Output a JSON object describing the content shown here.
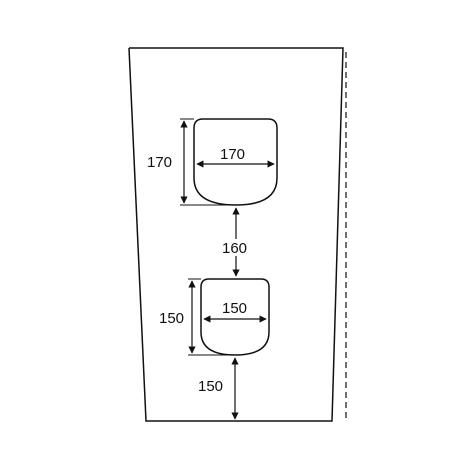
{
  "diagram": {
    "colors": {
      "line": "#111111",
      "background": "#ffffff"
    },
    "upper_opening": {
      "height_label": "170",
      "width_label": "170"
    },
    "spacing": {
      "between_openings_label": "160"
    },
    "lower_opening": {
      "height_label": "150",
      "width_label": "150"
    },
    "bottom_clearance": {
      "label": "150"
    }
  }
}
